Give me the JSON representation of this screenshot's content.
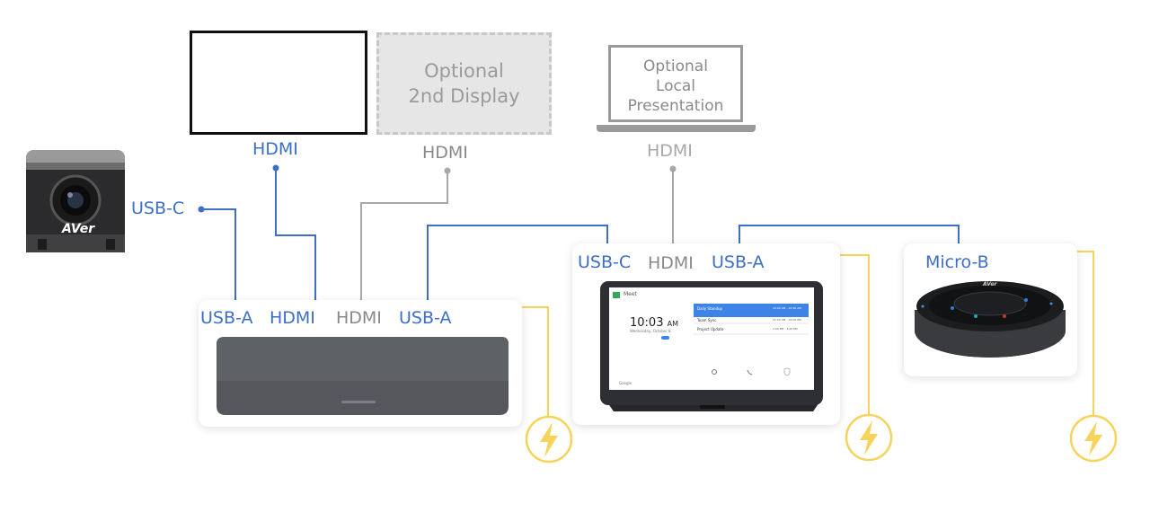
{
  "displays": {
    "main_display_label": "HDMI",
    "optional_display": {
      "line1": "Optional",
      "line2": "2nd Display",
      "port_label": "HDMI"
    },
    "laptop": {
      "line1": "Optional",
      "line2": "Local",
      "line3": "Presentation",
      "port_label": "HDMI"
    }
  },
  "camera": {
    "brand": "AVer",
    "port_label": "USB-C"
  },
  "compute_box": {
    "ports": [
      "USB-A",
      "HDMI",
      "HDMI",
      "USB-A"
    ]
  },
  "touch_panel": {
    "ports": [
      "USB-C",
      "HDMI",
      "USB-A"
    ],
    "screen": {
      "app": "Meet",
      "time": "10:03",
      "ampm": "AM",
      "date": "Wednesday, October 8",
      "meetings": [
        {
          "title": "Daily Standup",
          "time": "10:00 AM – 10:30 AM"
        },
        {
          "title": "Team Sync",
          "time": "11:00 AM – 12:00 PM"
        },
        {
          "title": "Project Update",
          "time": "2:00 PM – 3:00 PM"
        }
      ],
      "footer": "Google"
    }
  },
  "speakerphone": {
    "brand": "AVer",
    "port_label": "Micro-B"
  },
  "colors": {
    "usb": "#3e6fc4",
    "hdmi": "#9e9e9e",
    "power": "#f7d35b"
  },
  "icons": [
    "power-bolt-icon",
    "power-bolt-icon",
    "power-bolt-icon"
  ]
}
